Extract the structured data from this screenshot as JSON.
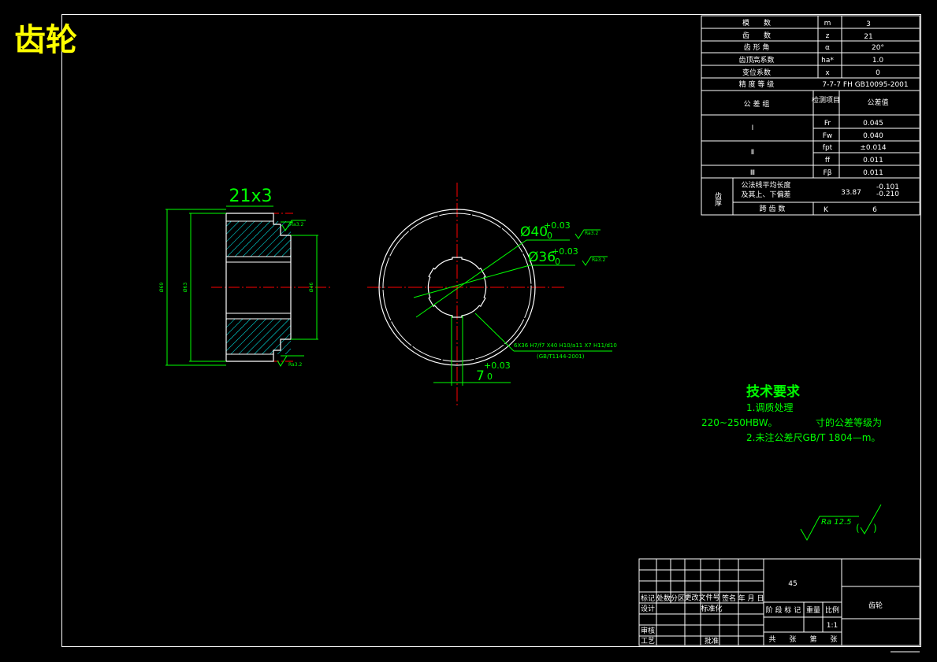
{
  "title": "齿轮",
  "param_table": {
    "rows": [
      {
        "name": "模　　数",
        "symbol": "m",
        "value": "3"
      },
      {
        "name": "齿　　数",
        "symbol": "z",
        "value": "21"
      },
      {
        "name": "齿 形 角",
        "symbol": "α",
        "value": "20°"
      },
      {
        "name": "齿顶高系数",
        "symbol": "ha*",
        "value": "1.0"
      },
      {
        "name": "变位系数",
        "symbol": "x",
        "value": "0"
      },
      {
        "name": "精 度 等 级",
        "symbol": "",
        "value": "7-7-7 FH GB10095-2001"
      }
    ],
    "tol_header": {
      "group": "公 差 组",
      "item": "检测项目",
      "value": "公差值"
    },
    "tol_rows": [
      {
        "group": "Ⅰ",
        "item": "Fr",
        "value": "0.045"
      },
      {
        "group": "",
        "item": "Fw",
        "value": "0.040"
      },
      {
        "group": "Ⅱ",
        "item": "fpt",
        "value": "±0.014"
      },
      {
        "group": "",
        "item": "ff",
        "value": "0.011"
      },
      {
        "group": "Ⅲ",
        "item": "Fβ",
        "value": "0.011"
      }
    ],
    "thickness": {
      "label": "齿厚",
      "desc1": "公法线平均长度",
      "desc2": "及其上、下偏差",
      "value": "33.87",
      "upper": "-0.101",
      "lower": "-0.210",
      "span_label": "跨 齿 数",
      "span_symbol": "K",
      "span_value": "6"
    }
  },
  "drawing": {
    "gear_label": "21x3",
    "dim_bore": "Ø40",
    "dim_bore_tol": "+0.03",
    "dim_bore_tol2": "0",
    "dim_spline": "Ø36",
    "dim_spline_tol": "+0.03",
    "dim_spline_tol2": "0",
    "dim_key": "7",
    "dim_key_tol": "+0.03",
    "dim_key_tol2": "0",
    "spline_spec": "6X36 H7/f7 X40 H10/a11 X7 H11/d10",
    "spline_std": "(GB/T1144-2001)",
    "rough_small": "Ra3.2",
    "rough_general": "Ra 12.5"
  },
  "requirements": {
    "title": "技术要求",
    "line1": "1.调质处理",
    "line2a": "220~250HBW。",
    "line2b": "寸的公差等级为",
    "line3": "2.未注公差尺GB/T 1804—m。"
  },
  "title_block": {
    "material": "45",
    "part_name": "齿轮",
    "labels": {
      "mark": "标记",
      "count": "处数",
      "zone": "分区",
      "docno": "更改文件号",
      "sign": "签名",
      "date": "年 月 日",
      "design": "设计",
      "std": "标准化",
      "review": "审核",
      "craft": "工艺",
      "approve": "批准",
      "stage": "阶 段 标 记",
      "weight": "重量",
      "scale": "比例",
      "scale_val": "1:1",
      "total": "共",
      "sheets": "张",
      "no": "第",
      "sheet": "张"
    }
  },
  "colors": {
    "outline": "#ffffff",
    "dim": "#00ff00",
    "center": "#ff0000",
    "hatch": "#00ffff",
    "title": "#ffff00"
  }
}
